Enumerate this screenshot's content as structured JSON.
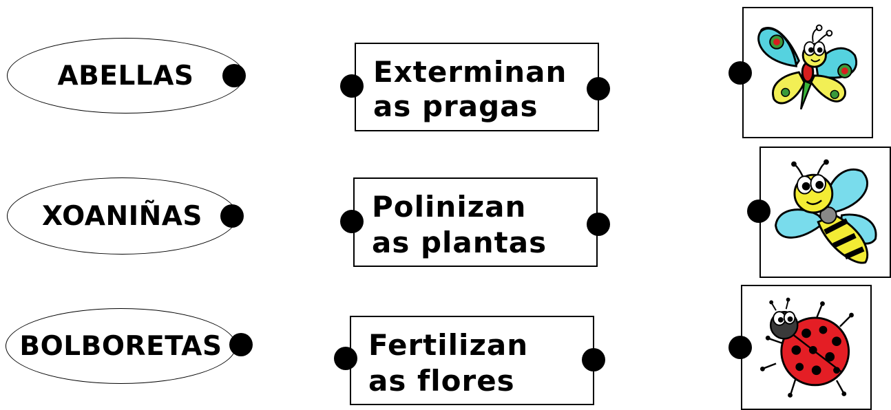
{
  "insects": [
    "ABELLAS",
    "XOANIÑAS",
    "BOLBORETAS"
  ],
  "actions": [
    {
      "line1": "Exterminan",
      "line2": "as pragas"
    },
    {
      "line1": "Polinizan",
      "line2": "as plantas"
    },
    {
      "line1": "Fertilizan",
      "line2": "as flores"
    }
  ],
  "pictures": [
    "butterfly-icon",
    "bee-icon",
    "ladybug-icon"
  ],
  "colors": {
    "butterfly_wing": "#55d2df",
    "butterfly_spot": "#d81e1e",
    "butterfly_yellow": "#f2ef55",
    "bee_wing": "#79dcec",
    "bee_yellow": "#f3ec34",
    "ladybug_red": "#e41e25"
  }
}
